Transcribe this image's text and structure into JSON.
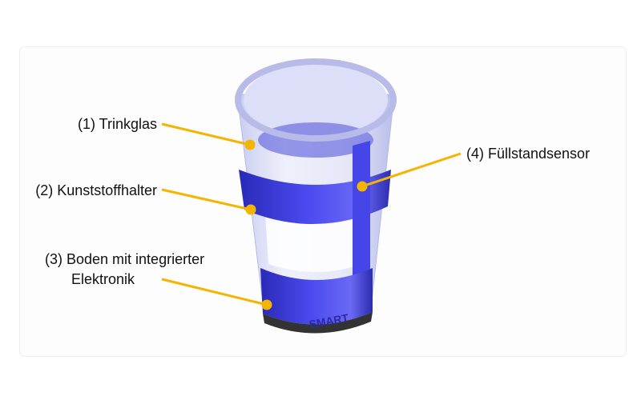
{
  "labels": [
    {
      "text": "(1) Trinkglas"
    },
    {
      "text": "(2) Kunststoffhalter"
    },
    {
      "text": "(3) Boden mit integrierter",
      "text2": "Elektronik"
    },
    {
      "text": "(4) Füllstandsensor"
    }
  ],
  "product_logo_text": "SMART",
  "colors": {
    "callout": "#f5b400",
    "holder": "#3a3adf",
    "text": "#111111"
  }
}
